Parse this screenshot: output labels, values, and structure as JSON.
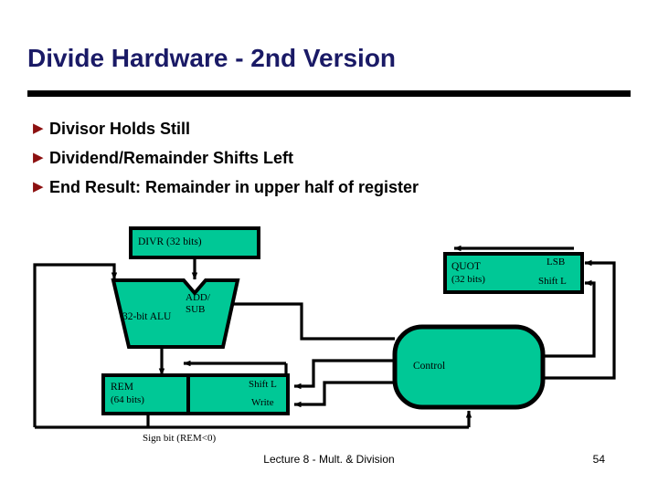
{
  "slide": {
    "title": "Divide Hardware - 2nd Version",
    "title_color": "#1a1a66",
    "bullet_marker_color": "#8c1010",
    "block_fill_color": "#00c896",
    "line_color": "#000000",
    "bullets": [
      {
        "marker": "▶",
        "text": "Divisor Holds Still"
      },
      {
        "marker": "▶",
        "text": "Dividend/Remainder Shifts Left"
      },
      {
        "marker": "▶",
        "text": "End Result: Remainder in upper half of register"
      }
    ]
  },
  "diagram": {
    "blocks": {
      "divisor": {
        "label": "DIVR (32 bits)"
      },
      "alu": {
        "label": "32-bit ALU",
        "op_label_line1": "ADD/",
        "op_label_line2": "SUB"
      },
      "remainder": {
        "label_line1": "REM",
        "label_line2": "(64 bits)",
        "shift_label": "Shift L",
        "write_label": "Write"
      },
      "quotient": {
        "label_line1": "QUOT",
        "label_line2": "(32 bits)",
        "lsb_label": "LSB",
        "shift_label": "Shift L"
      },
      "control": {
        "label": "Control"
      }
    },
    "annotations": {
      "sign_bit": "Sign bit (REM<0)"
    }
  },
  "footer": {
    "text": "Lecture 8 - Mult. & Division",
    "page": "54"
  }
}
